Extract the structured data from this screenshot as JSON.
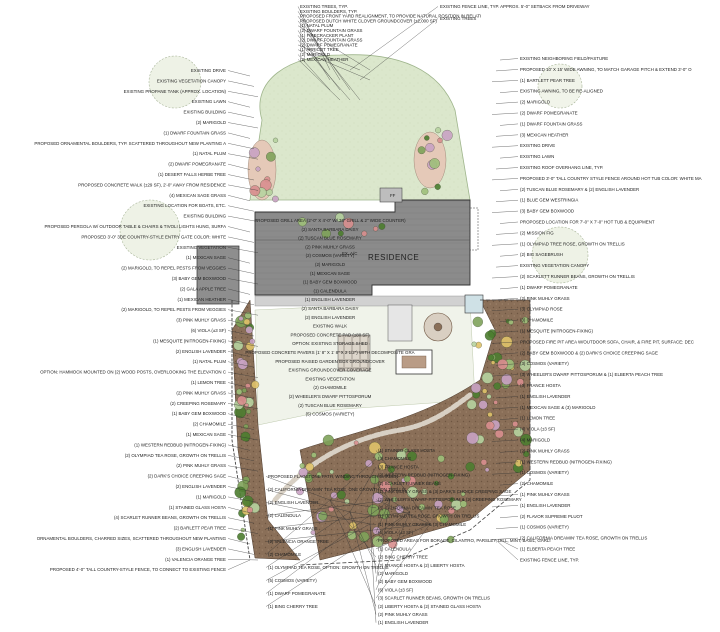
{
  "residence": {
    "title": "RESIDENCE",
    "ex_code": "EX. A/C",
    "ff": "FF"
  },
  "colors": {
    "lawn": "#d9e6c9",
    "lawn_edge": "#9fb58c",
    "building": "#8e8e8e",
    "walk": "#bdbdbd",
    "mulch": "#7f6650",
    "grass_bed": "#5f8a3a",
    "tree_canopy": "#c9d8b3",
    "shrub_pink": "#c9a3c4",
    "shrub_green": "#4c7d2f"
  },
  "labels_top": [
    "EXISTING TREES, TYP.",
    "EXISTING BOULDERS, TYP.",
    "PROPOSED FRONT YARD REALIGNMENT, TO PROVIDE NATURAL POSITION IN RELATION TO RESIDENCE AND EXISTING DRIVEWAY",
    "PROPOSED DUTCH WHITE CLOVER GROUNDCOVER (±2,000 SF)",
    "(1) NATAL PLUM",
    "(2) DWARF FOUNTAIN GRASS",
    "(1) FIRECRACKER PLANT",
    "(2) DWARF FOUNTAIN GRASS",
    "(2) DWARF POMEGRANATE",
    "(1) APRICOT TREE",
    "(2) MARIGOLD",
    "(2) MEXICAN HEATHER",
    "EXISTING FENCE LINE, TYP. APPROX. 5'-0\" SETBACK FROM DRIVEWAY",
    "EXISTING TREES"
  ],
  "labels_left": [
    "EXISTING DRIVE",
    "EXISTING VEGETATION CANOPY",
    "EXISTING PROPANE TANK (APPROX. LOCATION)",
    "EXISTING LAWN",
    "EXISTING BUILDING",
    "(2) MARIGOLD",
    "(1) DWARF FOUNTAIN GRASS",
    "PROPOSED ORNAMENTAL BOULDERS, TYP. SCATTERED THROUGHOUT NEW PLANTING AREA",
    "(1) NATAL PLUM",
    "(2) DWARF POMEGRANATE",
    "(1) DESERT FALLS HERBE TREE",
    "PROPOSED CONCRETE WALK (±29 SF), 2'-0\" AWAY FROM RESIDENCE",
    "(4) MEXICAN SAGE GRASS",
    "EXISTING LOCATION FOR BOATS, ETC.",
    "EXISTING BUILDING",
    "PROPOSED PERGOLA W/ OUTDOOR TABLE & CHAIRS & TIVOLI LIGHTS HUNG, SURFACE: 1\" 8\" X 8\" X 3\" CONCRETE PAD (±125 SF)",
    "PROPOSED 3'-0\" 3DE COUNTRY-STYLE ENTRY GATE COLOR: WHITE",
    "EXISTING VEGETATION",
    "(1) MEXICAN SAGE",
    "(2) MARIGOLD, TO REPEL PESTS FROM VEGGIES",
    "(3) BABY GEM BOXWOOD",
    "(2) GALA APPLE TREE",
    "(1) MEXICAN HEATHER",
    "(2) MARIGOLD, TO REPEL PESTS FROM VEGGIES",
    "(3) PINK MUHLY GRASS",
    "(6) VIOLA (±3 SF)",
    "(1) MESQUITE (NITROGEN-FIXING)",
    "(2) ENGLISH LAVENDER",
    "(1) NATAL PLUM",
    "OPTION: HAMMOCK MOUNTED ON (2) WOOD POSTS, OVERLOOKING THE ELEVATION CHANGE IN SIDE YARD",
    "(1) LEMON TREE",
    "(2) PINK MUHLY GRASS",
    "(2) CREEPING ROSEMARY",
    "(1) BABY GEM BOXWOOD",
    "(2) CHAMOMILE",
    "(1) MEXICAN SAGE",
    "(1) WESTERN REDBUD (NITROGEN-FIXING)",
    "(2) OLYMPIAD TEA ROSE, GROWTH ON TRELLIS",
    "(2) PINK MUHLY GRASS",
    "(2) DARK'S CHOICE CREEPING SAGE",
    "(2) ENGLISH LAVENDER",
    "(1) MARIGOLD",
    "(1) STAINED GLASS HOSTA",
    "(4) SCARLET RUNNER BEANS, GROWTH ON TRELLIS",
    "(2) BARLETT PEAR TREE",
    "ORNAMENTAL BOULDERS, CHARRED SIZES, SCATTERED THROUGHOUT NEW PLANTING AREA",
    "(3) ENGLISH LAVENDER",
    "(1) VALENCIA ORANGE TREE",
    "PROPOSED 4'-0\" TALL COUNTRY-STYLE FENCE, TO CONNECT TO EXISTING FENCE COLOR: WHITE MATERIAL: TBD BY HOMEOWNER LENGTH = ±80 LF, INCLUDING GATE"
  ],
  "labels_right": [
    "EXISTING NEIGHBORING FIELD/PASTURE",
    "PROPOSED 10' X 15' WIDE AWNING, TO MATCH GARAGE PITCH & EXTEND 3'-0\" OUT FROM EXISTING AWNING",
    "(1) BARTLETT PEAR TREE",
    "EXISTING AWNING, TO BE RE-ALIGNED",
    "(2) MARIGOLD",
    "(2) DWARF POMEGRANATE",
    "(1) DWARF FOUNTAIN GRASS",
    "(3) MEXICAN HEATHER",
    "EXISTING DRIVE",
    "EXISTING LAWN",
    "EXISTING ROOF OVERHANG LINE, TYP.",
    "PROPOSED 3'-0\" TALL COUNTRY STYLE FENCE AROUND HOT TUB COLOR: WHITE MATERIAL: TBD BY HOMEOWNER",
    "(2) TUSCAN BLUE ROSEMARY & (2) ENGLISH LAVENDER",
    "(1) BLUE GEM WESTRINGIA",
    "(3) BABY GEM BOXWOOD",
    "PROPOSED LOCATION FOR 7'-0\" X 7'-0\" HOT TUB & EQUIPMENT",
    "(2) MISSION FIG",
    "(1) OLYMPIAD TREE ROSE, GROWTH ON TRELLIS",
    "(2) BIG SAGEBRUSH",
    "EXISTING VEGETATION CANOPY",
    "(2) SCARLETT RUNNER BEANS, GROWTH ON TRELLIS",
    "(1) DWARF POMEGRANATE",
    "(2) PINK MUHLY GRASS",
    "(3) OLYMPIAD ROSE",
    "(3) CHAMOMILE",
    "(1) MESQUITE (NITROGEN-FIXING)",
    "PROPOSED FIRE PIT AREA W/OUTDOOR SOFA, CHAIR, & FIRE PIT, SURFACE: DECOMPOSITE GRANITE (±125 SF), EDGED WITH STEEL EDGING",
    "(2) BABY GEM BOXWOOD & (2) DARK'S CHOICE CREEPING SAGE",
    "(3) COSMOS (VARIETY)",
    "(3) WHEELER'S DWARF PITTOSPORUM & (1) ELBERTA PEACH TREE",
    "(3) FRANCE HOSTA",
    "(1) ENGLISH LAVENDER",
    "(1) MEXICAN SAGE & (3) MARIGOLD",
    "(1) LEMON TREE",
    "(4) VIOLA (±3 SF)",
    "(4) MARIGOLD",
    "(2) PINK MUHLY GRASS",
    "(1) WESTERN REDBUD (NITROGEN-FIXING)",
    "(1) COSMOS (VARIETY)",
    "(2) CHAMOMILE",
    "(1) PINK MUHLY GRASS",
    "(1) ENGLISH LAVENDER",
    "(2) FLAVOR SUPREME PLUOT",
    "(1) COSMOS (VARIETY)",
    "(2) CALIFORNIA DREAMIN' TEA ROSE, GROWTH ON TRELLIS",
    "(1) ELBERTA PEACH TREE",
    "EXISTING FENCE LINE, TYP."
  ],
  "labels_center": [
    "PROPOSED GRILL AREA (2'-0\" X 4'-0\" W/ 36\" GRILL & 2\" WIDE COUNTER)",
    "(2) SANTA BARBARA DAISY",
    "(2) TUSCAN BLUE ROSEMARY",
    "(2) PINK MUHLY GRASS",
    "(2) COSMOS (VARIETY)",
    "(2) MARIGOLD",
    "(1) MEXICAN SAGE",
    "(1) BABY GEM BOXWOOD",
    "(1) CALENDULA",
    "(1) ENGLISH LAVENDER",
    "(2) SANTA BARBARA DAISY",
    "(2) ENGLISH LAVENDER",
    "EXISTING WALK",
    "PROPOSED CONCRETE PAD (±80 SF)",
    "OPTION: EXISTING STORAGE SHED",
    "PROPOSED CONCRETE PAVERS (1' 8\" X 1' 8\" X 2 1/2\") WITH DECOMPOSITE GRANITE IN BETWEEN",
    "PROPOSED RAISED GARDEN BOX GROUNDCOVER",
    "EXISTING GROUNDCOVER COVERAGE",
    "EXISTING VEGETATION",
    "(2) CHAMOMILE",
    "(2) WHEELER'S DWARF PITTOSPORUM",
    "(2) TUSCAN BLUE ROSEMARY",
    "(5) COSMOS (VARIETY)"
  ],
  "labels_bottom": [
    "PROPOSED FLAGSTONE PATH, WINDING THROUGH GARDEN",
    "(2) CALIFORNIA DREAMIN' TEA ROSE, ONE GROWTH ON TRELLIS",
    "(2) ENGLISH LAVENDER",
    "(2) CALENDULA",
    "(1) PINK MUHLY GRASS",
    "(2) VALENCIA ORANGE TREE",
    "(2) CHAMOMILE",
    "(1) OLYMPIAD TEA ROSE, OPTION: GROWTH ON TRELLIS",
    "(5) COSMOS (VARIETY)",
    "(1) DWARF POMEGRANATE",
    "(1) BING CHERRY TREE",
    "(1) STAINED GLASS HOSTA",
    "(3) CHAMOMILE",
    "(3) FRANCE HOSTA",
    "(2) WESTERN REDBUD (NITROGEN-FIXING)",
    "(2) SCARLET RUNNER BEANS",
    "(1) PINK MUHLY GRASS & (3) DARK'S CHOICE CREEPING SAGE",
    "(2) WHEELER'S DWARF PITTOSPORUM & (2) CREEPING ROSEMARY",
    "(3) CALIFORNIA DREAMIN' TEA ROSE",
    "(1) OLYMPIAD TEA ROSE, GROWTH ON TRELLIS",
    "(1) PINK MUHLY GRASS & (3) CHAMOMILE",
    "(6) VIOLA (±3 SF)",
    "PROPOSED AREAS FOR BORAGE, CILANTRO, PARSLEY, DILL, MINT, BASIL, GARLIC, AND OTHER HERBS/VEGGIES THROUGHOUT PLANTING (TOTAL SF OF ALL AREAS = ±195.50 SF)",
    "(1) CALENDULA",
    "(2) BING CHERRY TREE",
    "(2) FRANCE HOSTA & (2) LIBERTY HOSTA",
    "(2) MARIGOLD",
    "(2) BABY GEM BOXWOOD",
    "(6) VIOLA (±3 SF)",
    "(3) SCARLET RUNNER BEANS, GROWTH ON TRELLIS",
    "(2) LIBERTY HOSTA & (2) STAINED GLASS HOSTA",
    "(2) PINK MUHLY GRASS",
    "(1) ENGLISH LAVENDER"
  ]
}
